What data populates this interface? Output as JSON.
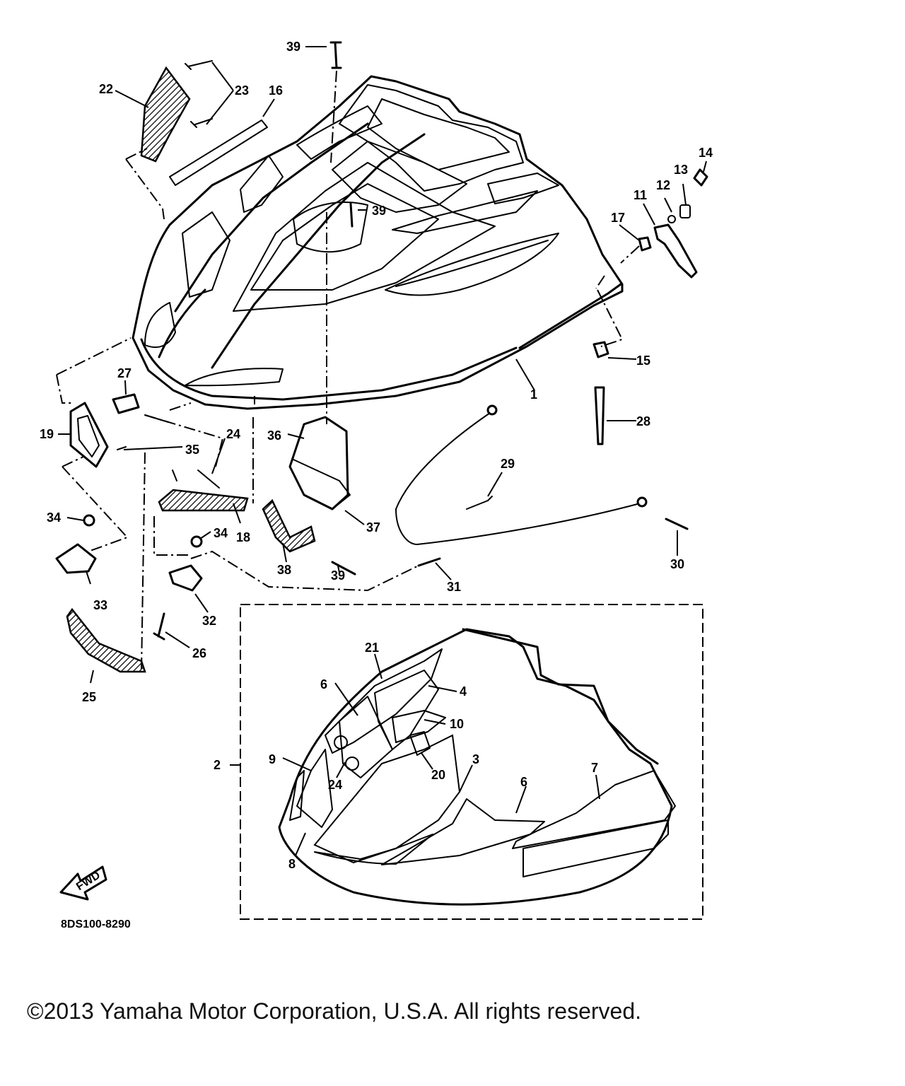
{
  "diagram_code": "8DS100-8290",
  "fwd_label": "FWD",
  "copyright": "©2013 Yamaha Motor Corporation, U.S.A. All rights reserved.",
  "callouts": [
    "1",
    "2",
    "3",
    "4",
    "6",
    "6",
    "7",
    "8",
    "9",
    "10",
    "11",
    "12",
    "13",
    "14",
    "15",
    "16",
    "17",
    "18",
    "19",
    "20",
    "21",
    "22",
    "23",
    "24",
    "24",
    "25",
    "26",
    "27",
    "28",
    "29",
    "30",
    "31",
    "32",
    "33",
    "34",
    "34",
    "35",
    "36",
    "37",
    "38",
    "39",
    "39",
    "39"
  ]
}
